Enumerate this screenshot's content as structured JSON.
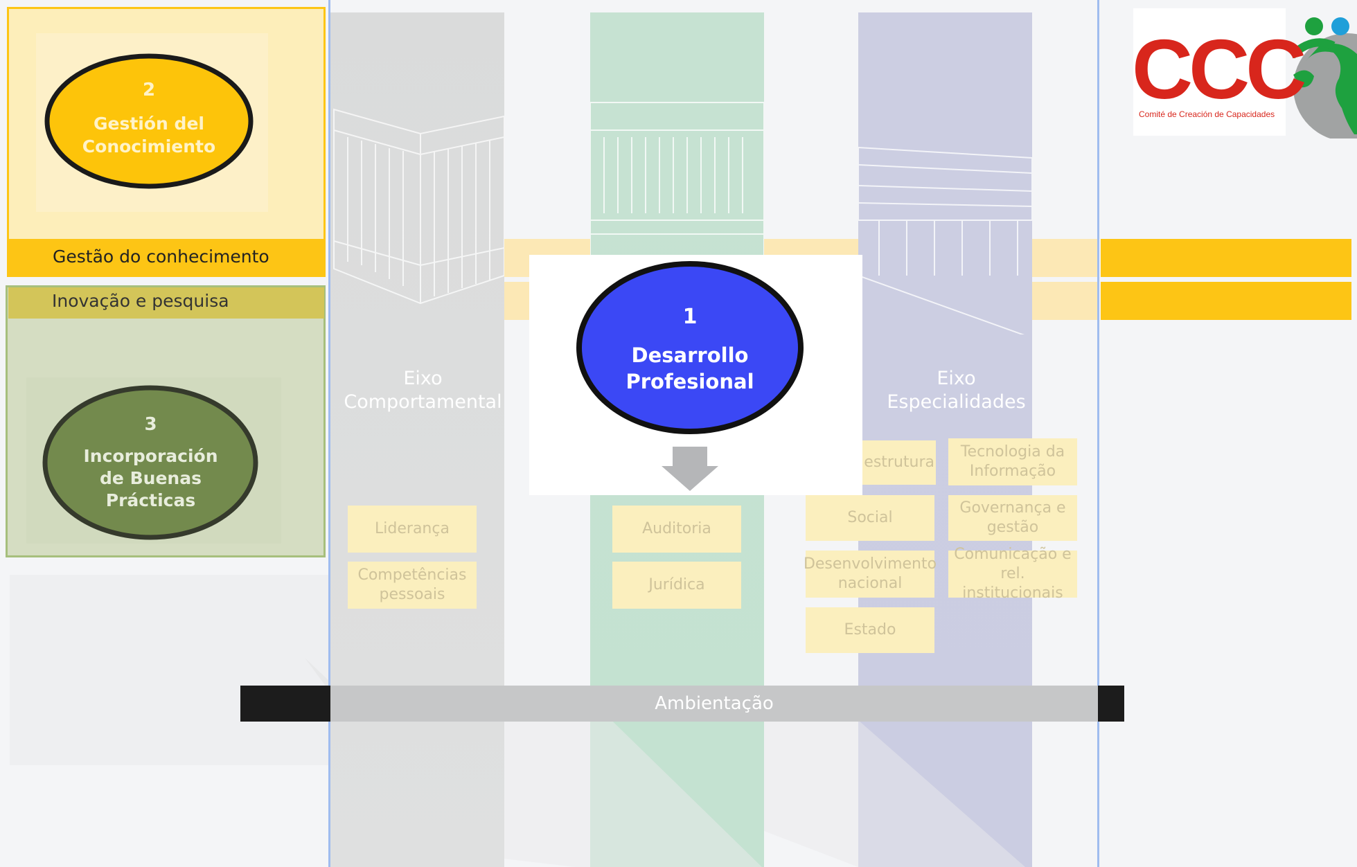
{
  "left_panel": {
    "ellipse_2": {
      "number": "2",
      "label": "Gestión del\nConocimiento"
    },
    "band_1_label": "Gestão do conhecimento",
    "band_2_label": "Inovação e pesquisa",
    "ellipse_3": {
      "number": "3",
      "label": "Incorporación\nde Buenas\nPrácticas"
    }
  },
  "center": {
    "ellipse_1": {
      "number": "1",
      "label": "Desarrollo\nProfesional"
    }
  },
  "axes": {
    "behavioral": {
      "title": "Eixo\nComportamental",
      "items": [
        "Liderança",
        "Competências\npessoais"
      ]
    },
    "middle": {
      "items": [
        "Auditoria",
        "Jurídica"
      ]
    },
    "specialties": {
      "title": "Eixo\nEspecialidades",
      "items_left": [
        "estrutura",
        "Social",
        "Desenvolvimento\nnacional",
        "Estado"
      ],
      "items_right": [
        "Tecnologia da\nInformação",
        "Governança e\ngestão",
        "Comunicação e\nrel. institucionais"
      ]
    }
  },
  "bottom_bar": {
    "label": "Ambientação"
  },
  "logo": {
    "letters": "CCC",
    "subtitle": "Comité de Creación de Capacidades"
  },
  "colors": {
    "yellow": "#fdc515",
    "yellow_light": "#fce8b5",
    "olive": "#6f8550",
    "blue": "#3b48f5",
    "logo_red": "#d8261c",
    "logo_green": "#1ea13f",
    "logo_blue": "#1f9fd9"
  }
}
